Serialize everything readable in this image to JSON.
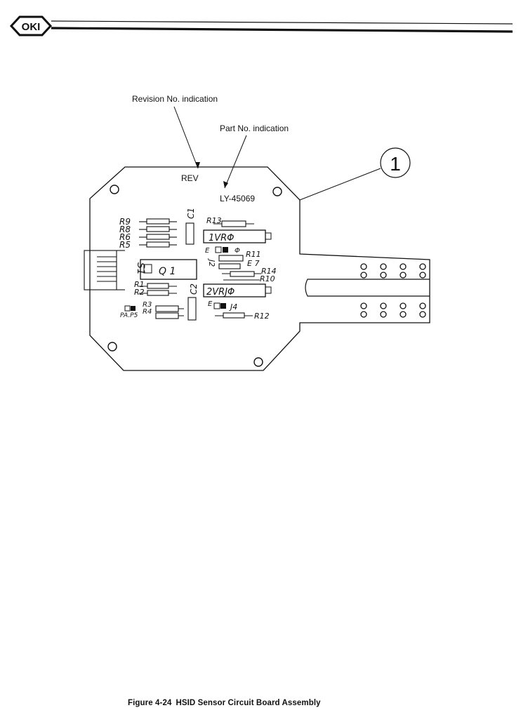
{
  "header": {
    "logo_text": "OKI"
  },
  "labels": {
    "revision_note": "Revision No. indication",
    "part_note": "Part No. indication",
    "rev": "REV",
    "part_number": "LY-45069",
    "callout_number": "1"
  },
  "components": {
    "r9": "R9",
    "r8": "R8",
    "r6": "R6",
    "r5": "R5",
    "c1": "C1",
    "r13": "R13",
    "vr1": "1VRΦ",
    "e1": "E",
    "t1": "Φ",
    "r11": "R11",
    "e7": "E 7",
    "j2": "J2",
    "r14": "R14",
    "r10": "R10",
    "vr2": "2VRJΦ",
    "s1": "S1",
    "q1": "Q 1",
    "r1": "R1",
    "r2": "R2",
    "c2": "C2",
    "r3": "R3",
    "r4": "R4",
    "pa": "PA.P5",
    "e2": "E",
    "j4": "J4",
    "r12": "R12"
  },
  "caption": {
    "figure": "Figure 4-24",
    "title": "HSID Sensor Circuit Board Assembly"
  }
}
